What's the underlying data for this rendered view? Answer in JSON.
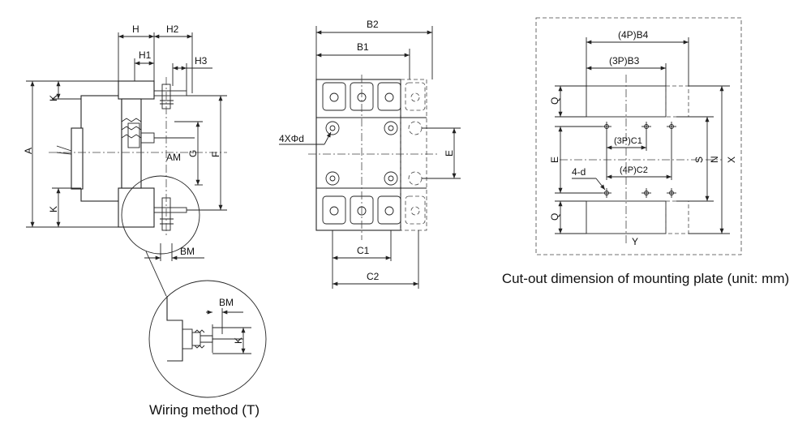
{
  "side_view": {
    "labels": {
      "H": "H",
      "H2": "H2",
      "H1": "H1",
      "H3": "H3",
      "K_top": "K",
      "K_bottom": "K",
      "A": "A",
      "AM": "AM",
      "G": "G",
      "F": "F",
      "BM": "BM"
    }
  },
  "front_view": {
    "labels": {
      "B2": "B2",
      "B1": "B1",
      "hole": "4XΦd",
      "E": "E",
      "C1": "C1",
      "C2": "C2"
    }
  },
  "detail_view": {
    "labels": {
      "BM": "BM",
      "K": "K"
    },
    "caption": "Wiring method (T)"
  },
  "cutout_view": {
    "labels": {
      "B4": "(4P)B4",
      "B3": "(3P)B3",
      "C1": "(3P)C1",
      "C2": "(4P)C2",
      "hole": "4-d",
      "Q_top": "Q",
      "Q_bottom": "Q",
      "E": "E",
      "S": "S",
      "N": "N",
      "X": "X",
      "Y": "Y"
    },
    "caption": "Cut-out dimension of mounting plate (unit: mm)"
  }
}
